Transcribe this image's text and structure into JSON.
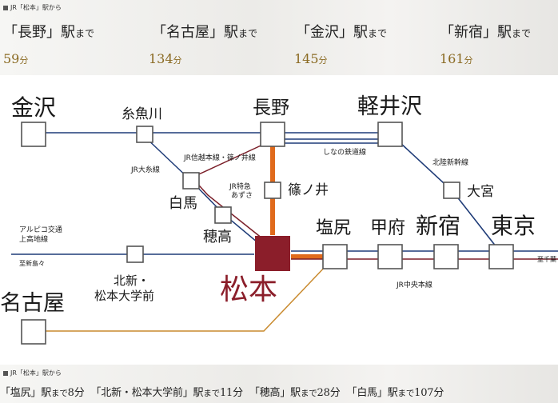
{
  "top": {
    "caption": "JR「松本」駅から",
    "destinations": [
      {
        "name": "「長野」",
        "suffix_station": "駅",
        "suffix": "まで",
        "minutes": "59",
        "unit": "分"
      },
      {
        "name": "「名古屋」",
        "suffix_station": "駅",
        "suffix": "まで",
        "minutes": "134",
        "unit": "分"
      },
      {
        "name": "「金沢」",
        "suffix_station": "駅",
        "suffix": "まで",
        "minutes": "145",
        "unit": "分"
      },
      {
        "name": "「新宿」",
        "suffix_station": "駅",
        "suffix": "まで",
        "minutes": "161",
        "unit": "分"
      }
    ]
  },
  "map": {
    "stations": {
      "kanazawa": "金沢",
      "itoigawa": "糸魚川",
      "nagano": "長野",
      "karuizawa": "軽井沢",
      "hakuba": "白馬",
      "hotaka": "穂高",
      "shinonoi": "篠ノ井",
      "omiya": "大宮",
      "shiojiri": "塩尻",
      "kofu": "甲府",
      "shinjuku": "新宿",
      "tokyo": "東京",
      "matsumoto": "松本",
      "kitashinmatsumoto": "北新・\n松本大学前",
      "nagoya": "名古屋"
    },
    "line_labels": {
      "shinetsu": "JR信越本線・篠ノ井線",
      "oito": "JR大糸線",
      "azusa": "JR特急\nあずさ",
      "shinano": "しなの鉄道線",
      "hokuriku": "北陸新幹線",
      "alpico": "アルピコ交通\n上高地線",
      "to_shinshimashima": "至新島々",
      "chuo": "JR中央本線",
      "to_chiba": "至千葉"
    },
    "colors": {
      "blue_line": "#1f3c78",
      "maroon_line": "#7a1e28",
      "orange_line": "#e06a1c",
      "gold_line": "#c98a2e",
      "matsumoto_box": "#8b1e2a",
      "matsumoto_text": "#8b1e2a",
      "minutes_text": "#8a6a22"
    }
  },
  "bottom": {
    "caption": "JR「松本」駅から",
    "items": [
      {
        "name": "「塩尻」",
        "station": "駅",
        "suffix": "まで",
        "minutes": "8",
        "unit": "分"
      },
      {
        "name": "「北新・松本大学前」",
        "station": "駅",
        "suffix": "まで",
        "minutes": "11",
        "unit": "分"
      },
      {
        "name": "「穂高」",
        "station": "駅",
        "suffix": "まで",
        "minutes": "28",
        "unit": "分"
      },
      {
        "name": "「白馬」",
        "station": "駅",
        "suffix": "まで",
        "minutes": "107",
        "unit": "分"
      }
    ]
  }
}
